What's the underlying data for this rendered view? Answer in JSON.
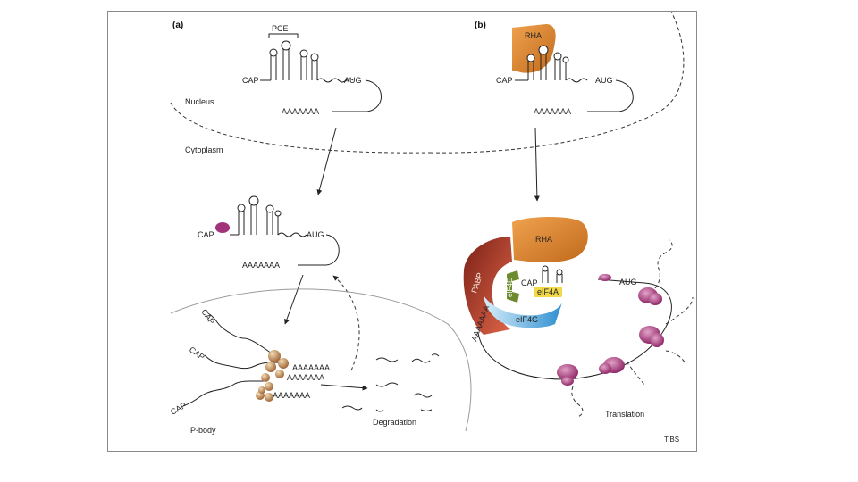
{
  "panels": {
    "a": "(a)",
    "b": "(b)"
  },
  "labels": {
    "pce": "PCE",
    "cap": "CAP",
    "aug": "AUG",
    "polya": "AAAAAAA",
    "nucleus": "Nucleus",
    "cytoplasm": "Cytoplasm",
    "pbody": "P-body",
    "degradation": "Degradation",
    "rha": "RHA",
    "pabp": "PABP",
    "eif4e": "eIF4E",
    "eif4a": "eIF4A",
    "eif4g": "eIF4G",
    "translation": "Translation",
    "journal": "TiBS"
  },
  "colors": {
    "rha": "#d9822b",
    "pabp": "#b5402a",
    "eif4e": "#6e8a2e",
    "eif4a": "#f2d94a",
    "eif4g": "#4aa3d8",
    "ribosome": "#b0307a",
    "pbody_granule": "#c8925a"
  }
}
